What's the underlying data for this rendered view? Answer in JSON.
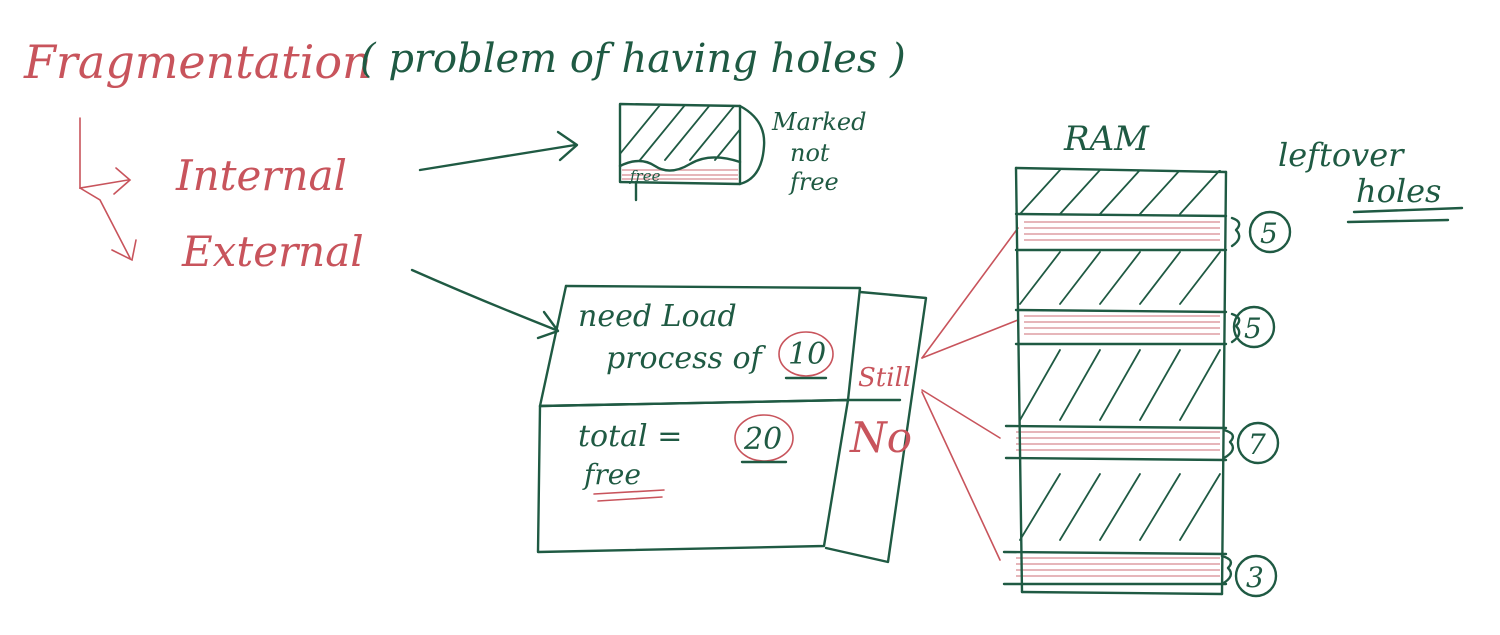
{
  "title": {
    "main": "Fragmentation",
    "aside": "( problem of having holes )"
  },
  "types": {
    "internal": "Internal",
    "external": "External"
  },
  "internal_example": {
    "hole_label": "free",
    "note_line1": "Marked",
    "note_line2": "not",
    "note_line3": "free"
  },
  "external_example": {
    "need_line1": "need Load",
    "need_line2": "process of",
    "need_size": "10",
    "total_label": "total =",
    "total_size": "20",
    "total_free": "free",
    "still_label": "Still",
    "no_label": "No"
  },
  "ram": {
    "label": "RAM",
    "holes": [
      "5",
      "5",
      "7",
      "3"
    ]
  },
  "leftover": {
    "line1": "leftover",
    "line2": "holes"
  },
  "colors": {
    "ink_red": "#c8545c",
    "ink_green": "#1f5a43"
  }
}
